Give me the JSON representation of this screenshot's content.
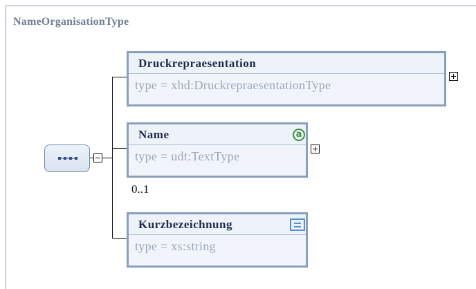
{
  "title": "NameOrganisationType",
  "compositor": {
    "type": "sequence"
  },
  "elements": [
    {
      "name": "Druckrepraesentation",
      "type": "type = xhd:DruckrepraesentationType",
      "expandable": true
    },
    {
      "name": "Name",
      "type": "type = udt:TextType",
      "expandable": true,
      "has_attributes": true,
      "multiplicity": "0..1"
    },
    {
      "name": "Kurzbezeichnung",
      "type": "type = xs:string",
      "expandable": false,
      "simple_content": true
    }
  ],
  "colors": {
    "border": "#8a9fbb",
    "title": "#6f7f95",
    "type_text": "#9aa7ba",
    "attribute_icon": "#3f8f3f",
    "doc_icon": "#5a8ed0"
  }
}
